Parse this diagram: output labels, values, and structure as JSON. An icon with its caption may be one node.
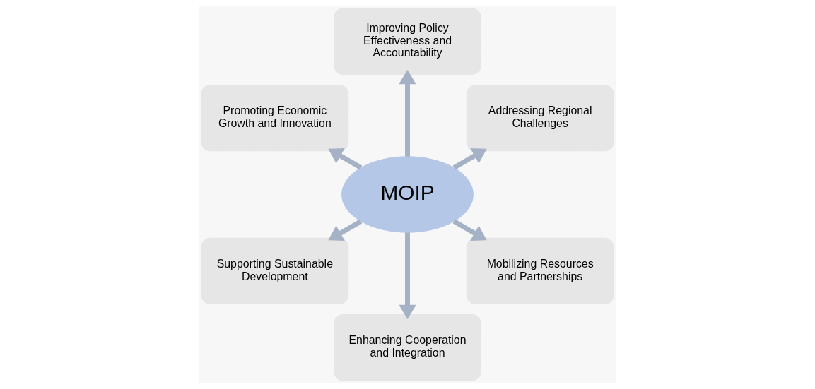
{
  "diagram": {
    "nodes": [
      {
        "text": [
          "MOIP"
        ]
      },
      {
        "text": [
          "Addressing Regional Challenges"
        ]
      },
      {
        "text": [
          "Improving Policy Effectiveness and Accountability"
        ]
      },
      {
        "text": [
          "Promoting Economic Growth and Innovation"
        ]
      },
      {
        "text": [
          "Supporting Sustainable Development"
        ]
      },
      {
        "text": [
          "Enhancing Cooperation and Integration"
        ]
      },
      {
        "text": [
          "Mobilizing Resources and Partnerships"
        ]
      }
    ],
    "edges": [
      {
        "from": 0,
        "to": 1,
        "arrow": "to"
      },
      {
        "from": 0,
        "to": 2,
        "arrow": "to"
      },
      {
        "from": 0,
        "to": 3,
        "arrow": "to"
      },
      {
        "from": 0,
        "to": 4,
        "arrow": "to"
      },
      {
        "from": 0,
        "to": 5,
        "arrow": "to"
      },
      {
        "from": 0,
        "to": 6,
        "arrow": "to"
      }
    ]
  }
}
